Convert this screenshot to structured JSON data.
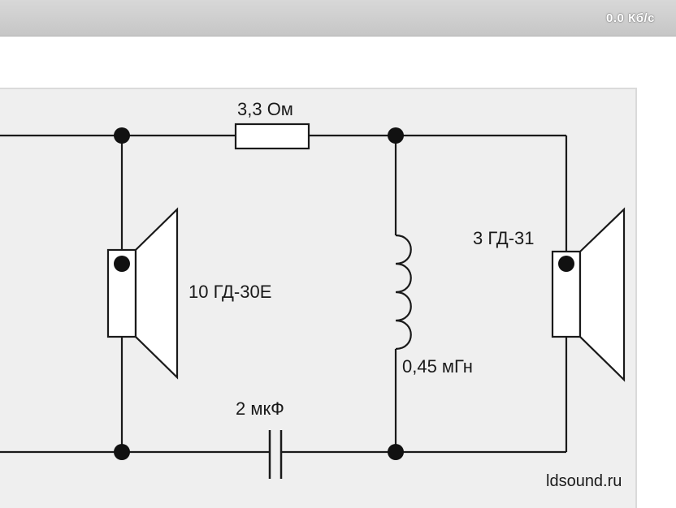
{
  "status_bar": {
    "net_speed": "0.0 Кб/с"
  },
  "schematic": {
    "resistor_label": "3,3 Ом",
    "woofer_label": "10 ГД-30Е",
    "tweeter_label": "3 ГД-31",
    "inductor_label": "0,45 мГн",
    "capacitor_label": "2 мкФ"
  },
  "watermark": "ldsound.ru",
  "colors": {
    "line": "#1a1a1a",
    "background": "#efefef"
  }
}
